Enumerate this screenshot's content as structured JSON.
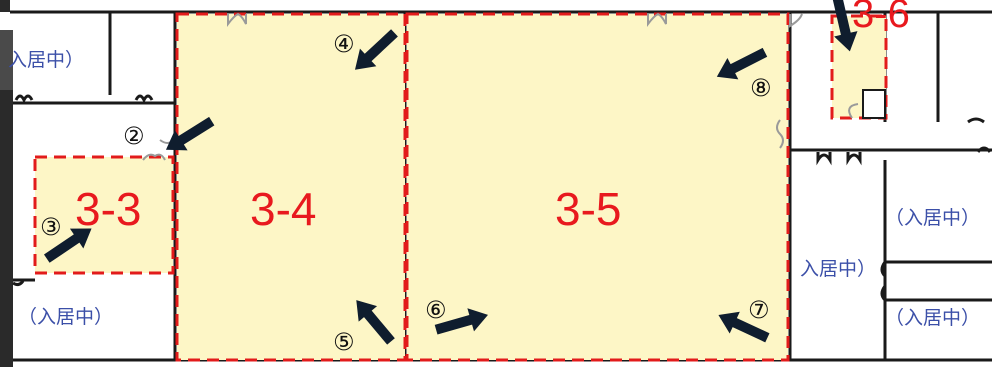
{
  "rooms": {
    "r33": "3-3",
    "r34": "3-4",
    "r35": "3-5",
    "r36": "3-6"
  },
  "occupied_label": "（入居中）",
  "occupied_label_cut": "入居中）",
  "markers": {
    "m2": "②",
    "m3": "③",
    "m4": "④",
    "m5": "⑤",
    "m6": "⑥",
    "m7": "⑦",
    "m8": "⑧"
  },
  "colors": {
    "area_fill": "#fdf6c6",
    "area_border": "#e21b1b",
    "room_label": "#e8191e",
    "occupied_text": "#3b4fa8",
    "arrow": "#0f1d2e"
  },
  "icons": {
    "arrow": "direction-arrow-icon",
    "door": "door-swing-icon"
  }
}
